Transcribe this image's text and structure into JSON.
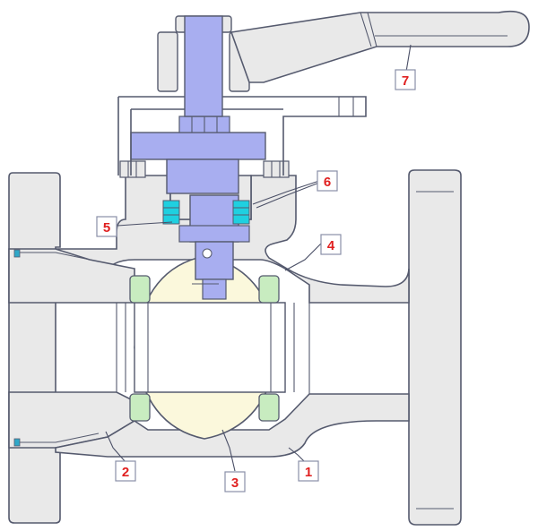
{
  "callouts": [
    {
      "id": "1",
      "label": "1"
    },
    {
      "id": "2",
      "label": "2"
    },
    {
      "id": "3",
      "label": "3"
    },
    {
      "id": "4",
      "label": "4"
    },
    {
      "id": "5",
      "label": "5"
    },
    {
      "id": "6",
      "label": "6"
    },
    {
      "id": "7",
      "label": "7"
    }
  ],
  "colors": {
    "body": "#e9e9e9",
    "stem": "#a8aef0",
    "ball": "#fbf8dc",
    "seat": "#c8ecc0",
    "packing": "#1fd0e0",
    "outline": "#555a6e",
    "label_text": "#e02020"
  }
}
